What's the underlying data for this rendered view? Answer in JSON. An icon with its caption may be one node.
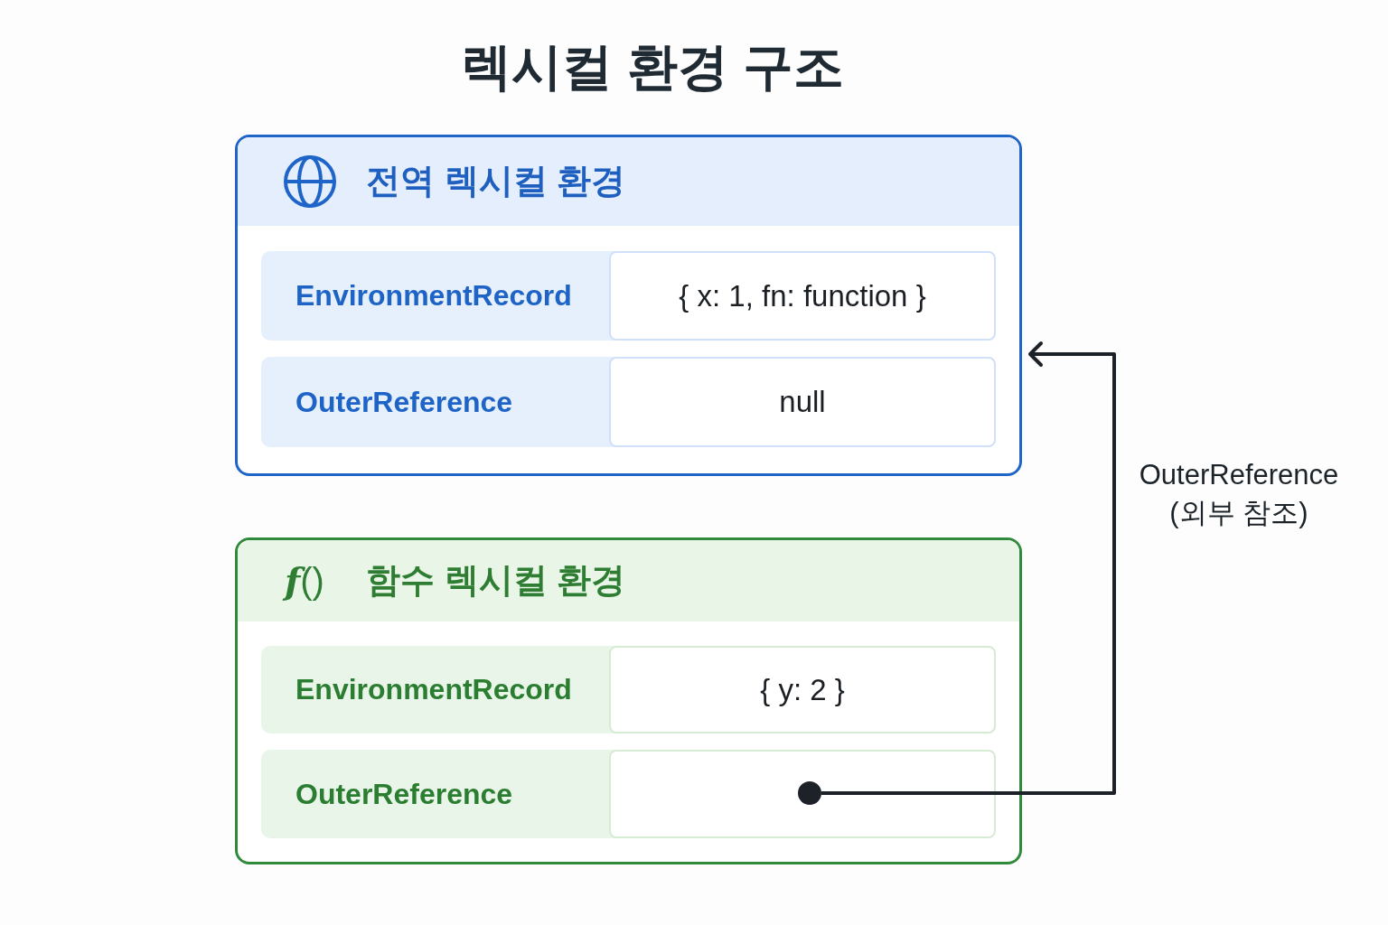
{
  "diagram": {
    "title": "렉시컬 환경 구조",
    "nodes": [
      {
        "text": [
          "전역 렉시컬 환경"
        ]
      },
      {
        "text": [
          "EnvironmentRecord"
        ],
        "in": 0
      },
      {
        "text": [
          "{ x: 1, fn: function }"
        ],
        "in": 0
      },
      {
        "text": [
          "OuterReference"
        ],
        "in": 0
      },
      {
        "text": [
          "null"
        ],
        "in": 0
      },
      {
        "text": [
          "*f*()",
          "함수 렉시컬 환경"
        ]
      },
      {
        "text": [
          "EnvironmentRecord"
        ],
        "in": 5
      },
      {
        "text": [
          "{ y: 2 }"
        ],
        "in": 5
      },
      {
        "text": [
          "OuterReference"
        ],
        "in": 5
      },
      {
        "text": [],
        "shape": "box",
        "in": 5
      },
      {
        "text": [],
        "shape": "circle",
        "in": 9
      }
    ],
    "edges": [
      {
        "from": 10,
        "to": 0,
        "arrow": "to",
        "label": "OuterReference (외부 참조)"
      }
    ]
  }
}
